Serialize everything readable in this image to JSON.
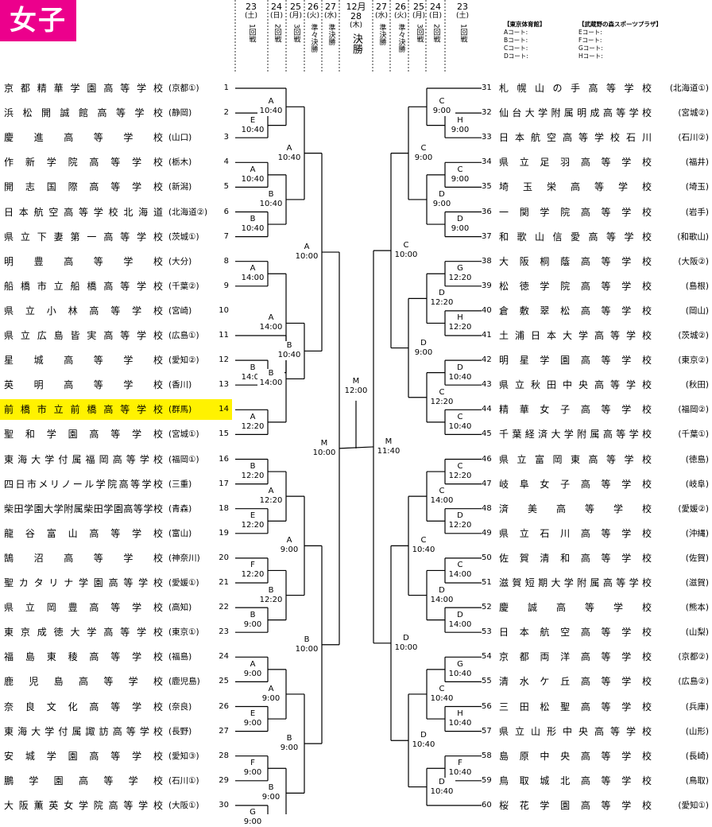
{
  "badge": "女子",
  "month": "12月",
  "headers_left": [
    {
      "day": "23",
      "wd": "(土)",
      "round": "1回戦"
    },
    {
      "day": "24",
      "wd": "(日)",
      "round": "2回戦"
    },
    {
      "day": "25",
      "wd": "(月)",
      "round": "3回戦"
    },
    {
      "day": "26",
      "wd": "(火)",
      "round": "準々決勝"
    },
    {
      "day": "27",
      "wd": "(水)",
      "round": "準決勝"
    }
  ],
  "header_final": {
    "day": "28",
    "wd": "(木)",
    "round": "決勝"
  },
  "headers_right": [
    {
      "day": "27",
      "wd": "(水)",
      "round": "準決勝"
    },
    {
      "day": "26",
      "wd": "(火)",
      "round": "準々決勝"
    },
    {
      "day": "25",
      "wd": "(月)",
      "round": "3回戦"
    },
    {
      "day": "24",
      "wd": "(日)",
      "round": "2回戦"
    },
    {
      "day": "23",
      "wd": "(土)",
      "round": "1回戦"
    }
  ],
  "venues": [
    {
      "title": "【東京体育館】",
      "lines": [
        "Aコート:",
        "Bコート:",
        "Cコート:",
        "Dコート:"
      ]
    },
    {
      "title": "【武蔵野の森スポーツプラザ】",
      "lines": [
        "Eコート:",
        "Fコート:",
        "Gコート:",
        "Hコート:"
      ]
    }
  ],
  "left_teams": [
    {
      "num": "1",
      "name": "京都精華学園高等学校",
      "pref": "(京都①)"
    },
    {
      "num": "2",
      "name": "浜松開誠館高等学校",
      "pref": "(静岡)"
    },
    {
      "num": "3",
      "name": "慶進高等学校",
      "pref": "(山口)"
    },
    {
      "num": "4",
      "name": "作新学院高等学校",
      "pref": "(栃木)"
    },
    {
      "num": "5",
      "name": "開志国際高等学校",
      "pref": "(新潟)"
    },
    {
      "num": "6",
      "name": "日本航空高等学校北海道",
      "pref": "(北海道②)"
    },
    {
      "num": "7",
      "name": "県立下妻第一高等学校",
      "pref": "(茨城①)"
    },
    {
      "num": "8",
      "name": "明豊高等学校",
      "pref": "(大分)"
    },
    {
      "num": "9",
      "name": "船橋市立船橋高等学校",
      "pref": "(千葉②)"
    },
    {
      "num": "10",
      "name": "県立小林高等学校",
      "pref": "(宮崎)"
    },
    {
      "num": "11",
      "name": "県立広島皆実高等学校",
      "pref": "(広島①)"
    },
    {
      "num": "12",
      "name": "星城高等学校",
      "pref": "(愛知②)"
    },
    {
      "num": "13",
      "name": "英明高等学校",
      "pref": "(香川)"
    },
    {
      "num": "14",
      "name": "前橋市立前橋高等学校",
      "pref": "(群馬)"
    },
    {
      "num": "15",
      "name": "聖和学園高等学校",
      "pref": "(宮城①)"
    },
    {
      "num": "16",
      "name": "東海大学付属福岡高等学校",
      "pref": "(福岡①)"
    },
    {
      "num": "17",
      "name": "四日市メリノール学院高等学校",
      "pref": "(三重)"
    },
    {
      "num": "18",
      "name": "柴田学園大学附属柴田学園高等学校",
      "pref": "(青森)"
    },
    {
      "num": "19",
      "name": "龍谷富山高等学校",
      "pref": "(富山)"
    },
    {
      "num": "20",
      "name": "鵠沼高等学校",
      "pref": "(神奈川)"
    },
    {
      "num": "21",
      "name": "聖カタリナ学園高等学校",
      "pref": "(愛媛①)"
    },
    {
      "num": "22",
      "name": "県立岡豊高等学校",
      "pref": "(高知)"
    },
    {
      "num": "23",
      "name": "東京成徳大学高等学校",
      "pref": "(東京①)"
    },
    {
      "num": "24",
      "name": "福島東稜高等学校",
      "pref": "(福島)"
    },
    {
      "num": "25",
      "name": "鹿児島高等学校",
      "pref": "(鹿児島)"
    },
    {
      "num": "26",
      "name": "奈良文化高等学校",
      "pref": "(奈良)"
    },
    {
      "num": "27",
      "name": "東海大学付属諏訪高等学校",
      "pref": "(長野)"
    },
    {
      "num": "28",
      "name": "安城学園高等学校",
      "pref": "(愛知③)"
    },
    {
      "num": "29",
      "name": "鵬学園高等学校",
      "pref": "(石川①)"
    },
    {
      "num": "30",
      "name": "大阪薫英女学院高等学校",
      "pref": "(大阪①)"
    }
  ],
  "right_teams": [
    {
      "num": "31",
      "name": "札幌山の手高等学校",
      "pref": "(北海道①)"
    },
    {
      "num": "32",
      "name": "仙台大学附属明成高等学校",
      "pref": "(宮城②)"
    },
    {
      "num": "33",
      "name": "日本航空高等学校石川",
      "pref": "(石川②)"
    },
    {
      "num": "34",
      "name": "県立足羽高等学校",
      "pref": "(福井)"
    },
    {
      "num": "35",
      "name": "埼玉栄高等学校",
      "pref": "(埼玉)"
    },
    {
      "num": "36",
      "name": "一関学院高等学校",
      "pref": "(岩手)"
    },
    {
      "num": "37",
      "name": "和歌山信愛高等学校",
      "pref": "(和歌山)"
    },
    {
      "num": "38",
      "name": "大阪桐蔭高等学校",
      "pref": "(大阪②)"
    },
    {
      "num": "39",
      "name": "松徳学院高等学校",
      "pref": "(島根)"
    },
    {
      "num": "40",
      "name": "倉敷翠松高等学校",
      "pref": "(岡山)"
    },
    {
      "num": "41",
      "name": "土浦日本大学高等学校",
      "pref": "(茨城②)"
    },
    {
      "num": "42",
      "name": "明星学園高等学校",
      "pref": "(東京②)"
    },
    {
      "num": "43",
      "name": "県立秋田中央高等学校",
      "pref": "(秋田)"
    },
    {
      "num": "44",
      "name": "精華女子高等学校",
      "pref": "(福岡②)"
    },
    {
      "num": "45",
      "name": "千葉経済大学附属高等学校",
      "pref": "(千葉①)"
    },
    {
      "num": "46",
      "name": "県立富岡東高等学校",
      "pref": "(徳島)"
    },
    {
      "num": "47",
      "name": "岐阜女子高等学校",
      "pref": "(岐阜)"
    },
    {
      "num": "48",
      "name": "済美高等学校",
      "pref": "(愛媛②)"
    },
    {
      "num": "49",
      "name": "県立石川高等学校",
      "pref": "(沖縄)"
    },
    {
      "num": "50",
      "name": "佐賀清和高等学校",
      "pref": "(佐賀)"
    },
    {
      "num": "51",
      "name": "滋賀短期大学附属高等学校",
      "pref": "(滋賀)"
    },
    {
      "num": "52",
      "name": "慶誠高等学校",
      "pref": "(熊本)"
    },
    {
      "num": "53",
      "name": "日本航空高等学校",
      "pref": "(山梨)"
    },
    {
      "num": "54",
      "name": "京都両洋高等学校",
      "pref": "(京都②)"
    },
    {
      "num": "55",
      "name": "清水ケ丘高等学校",
      "pref": "(広島②)"
    },
    {
      "num": "56",
      "name": "三田松聖高等学校",
      "pref": "(兵庫)"
    },
    {
      "num": "57",
      "name": "県立山形中央高等学校",
      "pref": "(山形)"
    },
    {
      "num": "58",
      "name": "島原中央高等学校",
      "pref": "(長崎)"
    },
    {
      "num": "59",
      "name": "鳥取城北高等学校",
      "pref": "(鳥取)"
    },
    {
      "num": "60",
      "name": "桜花学園高等学校",
      "pref": "(愛知①)"
    }
  ],
  "matches": {
    "left_r1": [
      {
        "court": "E",
        "time": "10:40"
      },
      {
        "court": "A",
        "time": "10:40"
      },
      {
        "court": "B",
        "time": "10:40"
      },
      {
        "court": "A",
        "time": "14:00"
      },
      {
        "court": "B",
        "time": "14:00"
      },
      {
        "court": "A",
        "time": "12:20"
      },
      {
        "court": "B",
        "time": "12:20"
      },
      {
        "court": "E",
        "time": "12:20"
      },
      {
        "court": "F",
        "time": "12:20"
      },
      {
        "court": "B",
        "time": "9:00"
      },
      {
        "court": "A",
        "time": "9:00"
      },
      {
        "court": "E",
        "time": "9:00"
      },
      {
        "court": "F",
        "time": "9:00"
      },
      {
        "court": "G",
        "time": "9:00"
      }
    ],
    "left_r2": [
      {
        "court": "A",
        "time": "10:40"
      },
      {
        "court": "B",
        "time": "10:40"
      },
      {
        "court": "A",
        "time": "14:00"
      },
      {
        "court": "B",
        "time": "14:00"
      },
      {
        "court": "A",
        "time": "12:20"
      },
      {
        "court": "B",
        "time": "12:20"
      },
      {
        "court": "A",
        "time": "9:00"
      },
      {
        "court": "B",
        "time": "9:00"
      }
    ],
    "left_r3": [
      {
        "court": "A",
        "time": "10:40"
      },
      {
        "court": "B",
        "time": "10:40"
      },
      {
        "court": "A",
        "time": "9:00"
      },
      {
        "court": "B",
        "time": "9:00"
      }
    ],
    "left_qf": [
      {
        "court": "A",
        "time": "10:00"
      },
      {
        "court": "B",
        "time": "10:00"
      }
    ],
    "left_sf": {
      "court": "M",
      "time": "10:00"
    },
    "final": {
      "court": "M",
      "time": "12:00"
    },
    "right_sf": {
      "court": "M",
      "time": "11:40"
    },
    "right_qf": [
      {
        "court": "C",
        "time": "10:00"
      },
      {
        "court": "D",
        "time": "10:00"
      }
    ],
    "right_r3": [
      {
        "court": "C",
        "time": "9:00"
      },
      {
        "court": "D",
        "time": "9:00"
      },
      {
        "court": "C",
        "time": "10:40"
      },
      {
        "court": "D",
        "time": "10:40"
      }
    ],
    "right_r2": [
      {
        "court": "C",
        "time": "9:00"
      },
      {
        "court": "D",
        "time": "9:00"
      },
      {
        "court": "D",
        "time": "12:20"
      },
      {
        "court": "C",
        "time": "12:20"
      },
      {
        "court": "C",
        "time": "14:00"
      },
      {
        "court": "D",
        "time": "14:00"
      },
      {
        "court": "C",
        "time": "10:40"
      },
      {
        "court": "D",
        "time": "10:40"
      }
    ],
    "right_r1": [
      {
        "court": "H",
        "time": "9:00"
      },
      {
        "court": "C",
        "time": "9:00"
      },
      {
        "court": "D",
        "time": "9:00"
      },
      {
        "court": "G",
        "time": "12:20"
      },
      {
        "court": "H",
        "time": "12:20"
      },
      {
        "court": "D",
        "time": "10:40"
      },
      {
        "court": "C",
        "time": "10:40"
      },
      {
        "court": "C",
        "time": "12:20"
      },
      {
        "court": "D",
        "time": "12:20"
      },
      {
        "court": "C",
        "time": "14:00"
      },
      {
        "court": "D",
        "time": "14:00"
      },
      {
        "court": "G",
        "time": "10:40"
      },
      {
        "court": "H",
        "time": "10:40"
      },
      {
        "court": "F",
        "time": "10:40"
      }
    ]
  },
  "highlight_team": "14",
  "colors": {
    "badge": "#ec008c",
    "highlight": "#fff200"
  }
}
